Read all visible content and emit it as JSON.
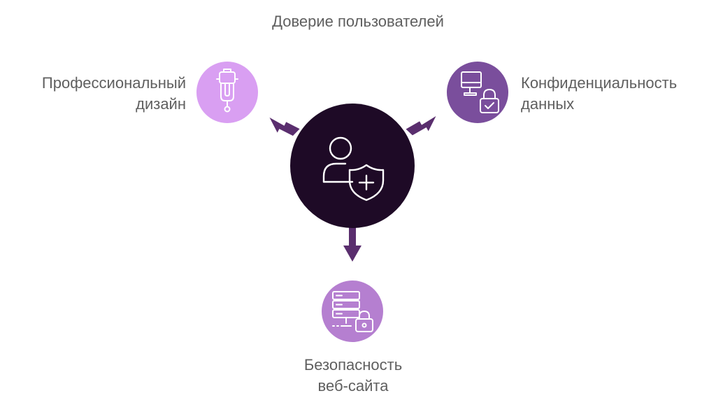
{
  "diagram": {
    "title": "Доверие пользователей",
    "center": {
      "icon": "user-shield-icon",
      "color": "#1e0a26"
    },
    "nodes": [
      {
        "id": "design",
        "icon": "usb-stick-icon",
        "color": "#d99ff2",
        "label_lines": [
          "Профессиональный",
          "дизайн"
        ]
      },
      {
        "id": "privacy",
        "icon": "computer-lock-icon",
        "color": "#7a4e9c",
        "label_lines": [
          "Конфиденциальность",
          "данных"
        ]
      },
      {
        "id": "security",
        "icon": "server-lock-icon",
        "color": "#b57fd0",
        "label_lines": [
          "Безопасность",
          "веб-сайта"
        ]
      }
    ],
    "arrow_color": "#5a2e6e"
  }
}
